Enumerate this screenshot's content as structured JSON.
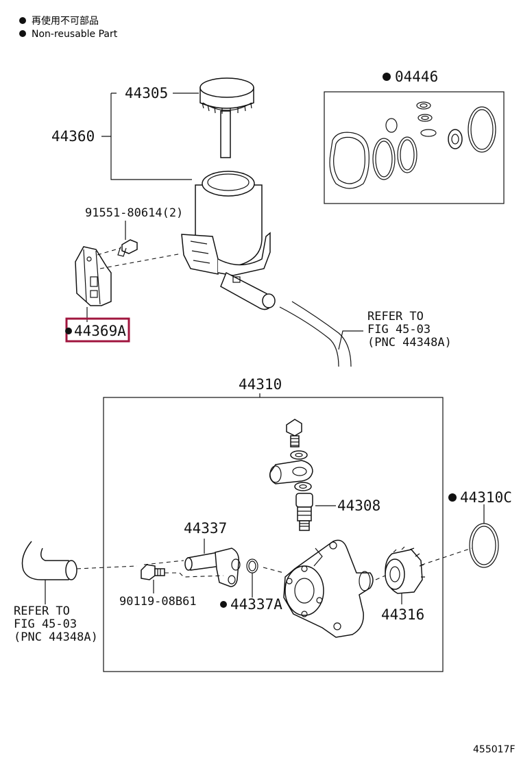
{
  "legend": {
    "line_jp": "再使用不可部品",
    "line_en": "Non-reusable Part"
  },
  "callouts": {
    "c44305": "44305",
    "c44360": "44360",
    "c04446": "04446",
    "c91551": "91551-80614(2)",
    "c44369a": "44369A",
    "ref_top_1": "REFER TO",
    "ref_top_2": "FIG 45-03",
    "ref_top_3": "(PNC 44348A)",
    "c44310": "44310",
    "c44308": "44308",
    "c44310c": "44310C",
    "c44337": "44337",
    "c90119": "90119-08B61",
    "c44337a": "44337A",
    "c44316": "44316",
    "ref_bot_1": "REFER TO",
    "ref_bot_2": "FIG 45-03",
    "ref_bot_3": "(PNC 44348A)"
  },
  "non_reusable_marked": [
    "04446",
    "44369A",
    "44310C",
    "44337A"
  ],
  "highlighted_part": "44369A",
  "figure_code": "455017F",
  "colors": {
    "highlight": "#a0153e",
    "line": "#111111"
  }
}
